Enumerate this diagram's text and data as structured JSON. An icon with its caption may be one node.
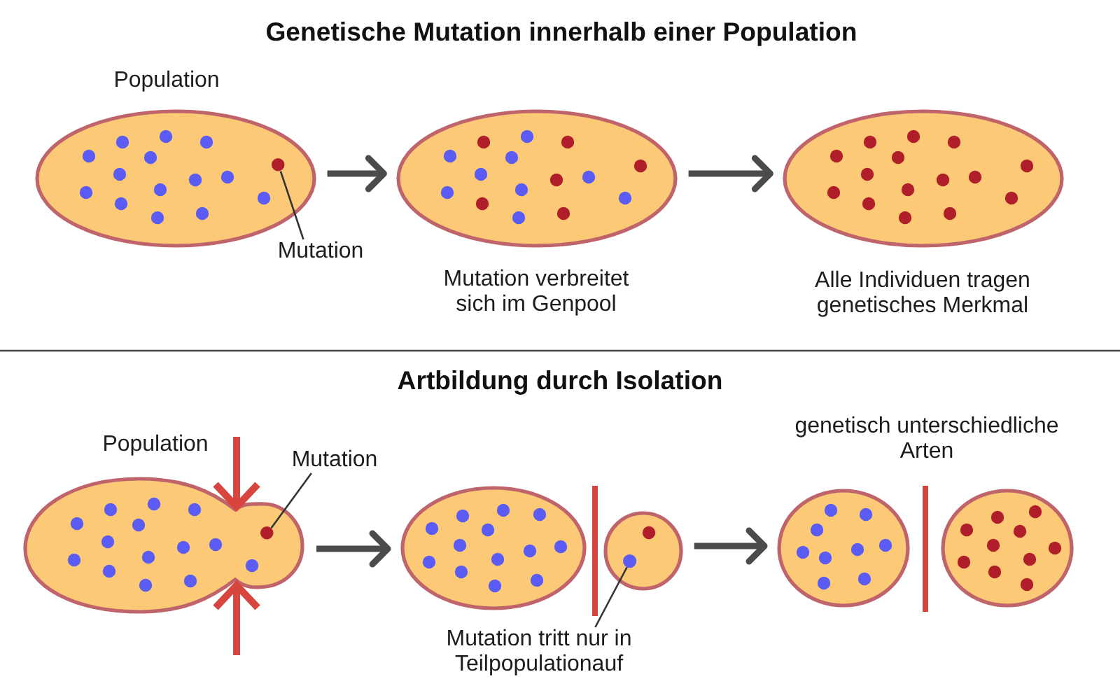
{
  "diagram": {
    "title": "Genetische Mutation innerhalb einer Population",
    "nodes": [
      {
        "text": [
          "Population"
        ]
      },
      {
        "text": [],
        "shape": "circle",
        "in": 0
      },
      {
        "text": [
          "Mutation"
        ]
      },
      {
        "text": [],
        "shape": "ellipse",
        "beside": [
          "Mutation verbreitet sich im Genpool"
        ]
      },
      {
        "text": [],
        "shape": "ellipse",
        "beside": [
          "Alle Individuen tragen genetisches Merkmal"
        ]
      },
      {
        "text": [
          "Population"
        ]
      },
      {
        "text": [],
        "shape": "circle",
        "in": 5
      },
      {
        "text": [
          "Mutation"
        ]
      },
      {
        "text": [],
        "shape": "ellipse"
      },
      {
        "text": [],
        "shape": "circle"
      },
      {
        "text": [],
        "shape": "circle",
        "in": 9
      },
      {
        "text": [
          "Mutation tritt nur in Teilpopulationauf"
        ]
      },
      {
        "text": [],
        "shape": "ellipse"
      },
      {
        "text": [],
        "shape": "ellipse"
      }
    ],
    "edges": [
      {
        "from": 0,
        "to": 3,
        "arrow": "to"
      },
      {
        "from": 3,
        "to": 4,
        "arrow": "to"
      },
      {
        "from": 2,
        "to": 1,
        "arrow": "none"
      },
      {
        "from": 5,
        "to": 8,
        "arrow": "to"
      },
      {
        "from": 9,
        "to": 12,
        "arrow": "to"
      },
      {
        "from": 7,
        "to": 6,
        "arrow": "none"
      },
      {
        "from": 11,
        "to": 10,
        "arrow": "none"
      }
    ],
    "labels": [
      "Artbildung durch Isolation",
      "genetisch unterschiedliche Arten"
    ]
  }
}
